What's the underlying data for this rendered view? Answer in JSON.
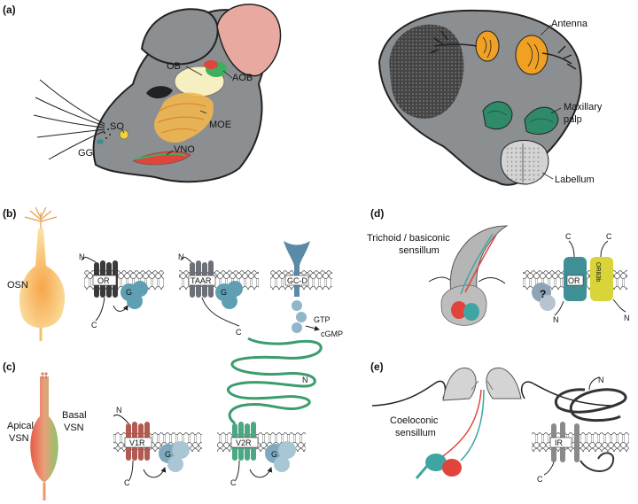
{
  "panels": {
    "a": "(a)",
    "b": "(b)",
    "c": "(c)",
    "d": "(d)",
    "e": "(e)"
  },
  "mouse_labels": {
    "ob": "OB",
    "aob": "AOB",
    "moe": "MOE",
    "so": "SO",
    "gg": "GG",
    "vno": "VNO"
  },
  "fly_labels": {
    "antenna": "Antenna",
    "maxillary_1": "Maxillary",
    "maxillary_2": "palp",
    "labellum": "Labellum"
  },
  "panel_b": {
    "osn": "OSN",
    "or_receptor": "OR",
    "taar_receptor": "TAAR",
    "gcd_receptor": "GC-D",
    "g_protein": "G",
    "gtp": "GTP",
    "cgmp": "cGMP",
    "n_term": "N",
    "c_term": "C"
  },
  "panel_c": {
    "apical_1": "Apical",
    "apical_2": "VSN",
    "basal_1": "Basal",
    "basal_2": "VSN",
    "v1r": "V1R",
    "v2r": "V2R",
    "g_protein": "G",
    "n_term": "N",
    "c_term": "C"
  },
  "panel_d": {
    "trichoid_1": "Trichoid / basiconic",
    "trichoid_2": "sensillum",
    "or": "OR",
    "or83b": "OR83b",
    "question": "?",
    "n_term": "N",
    "c_term": "C"
  },
  "panel_e": {
    "coeloconic_1": "Coeloconic",
    "coeloconic_2": "sensillum",
    "ir": "IR",
    "n_term": "N",
    "c_term": "C"
  },
  "colors": {
    "mouse_gray": "#8c8f92",
    "ear_pink": "#e8a9a0",
    "ob_cream": "#f5efc2",
    "moe_orange": "#f6b94a",
    "vno_red": "#e0443a",
    "gpcr_dark": "#3a3a3a",
    "g_blue": "#5f9fb3",
    "or_teal": "#3f8f97",
    "or83b_yellow": "#d9d43a",
    "v2r_green": "#3c9c6c"
  }
}
